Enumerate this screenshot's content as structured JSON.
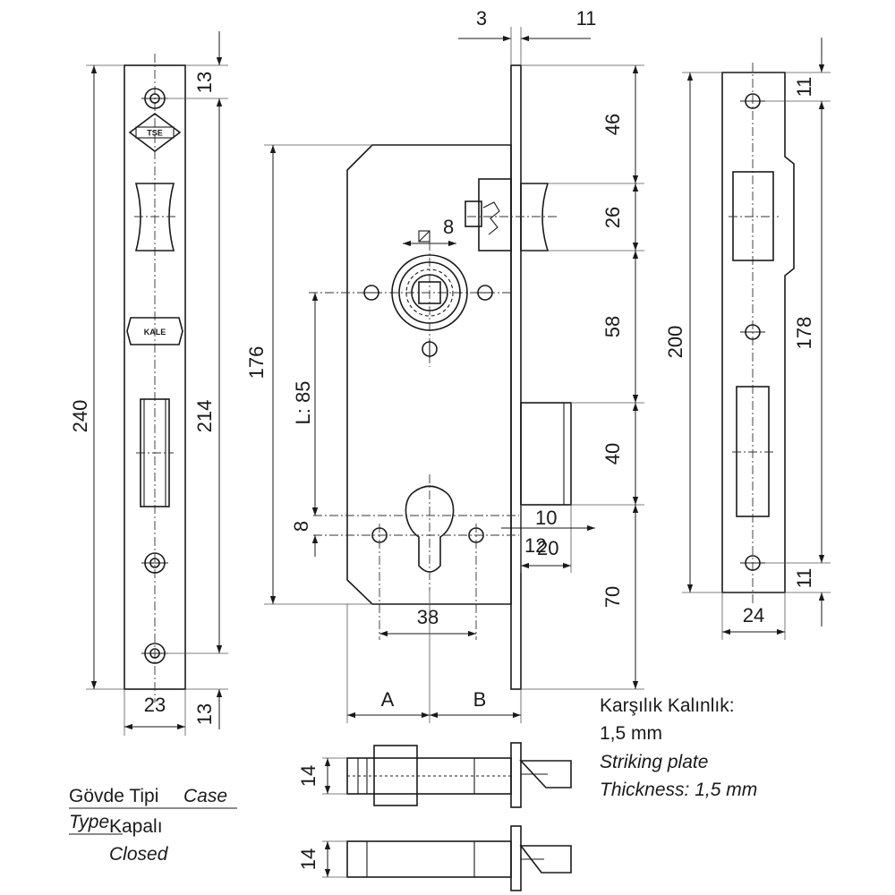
{
  "dimensions": {
    "faceplate_length": "240",
    "faceplate_fix_span": "214",
    "faceplate_top_offset": "13",
    "faceplate_bottom_offset": "13",
    "faceplate_width": "23",
    "case_height": "176",
    "handle_to_cylinder": "L: 85",
    "spindle_square": "8",
    "screw_hole_offset": "8",
    "screw_spacing": "38",
    "bolt_thickness_a": "3",
    "bolt_thickness_b": "11",
    "top_to_latch": "46",
    "latch_height": "26",
    "latch_to_deadbolt": "58",
    "deadbolt_height": "40",
    "deadbolt_to_bottom": "70",
    "deadbolt_throw_a": "10",
    "deadbolt_throw_b": "12",
    "deadbolt_throw_c": "20",
    "backset_a": "A",
    "backset_b": "B",
    "strike_length": "200",
    "strike_fix_span": "178",
    "strike_top_offset": "11",
    "strike_bottom_offset": "11",
    "strike_width": "24",
    "case_thickness_top": "14",
    "case_thickness_bottom": "14"
  },
  "stamps": {
    "tse": "TSE",
    "kale": "KALE"
  },
  "notes": {
    "strike_tr": "Karşılık Kalınlık:",
    "strike_tr_value": "1,5 mm",
    "strike_en": "Striking plate",
    "strike_en_value": "Thickness: 1,5 mm",
    "case_type_tr": "Gövde Tipi",
    "case_type_en_1": "Case",
    "case_type_en_2": "Type",
    "case_value_tr": "Kapalı",
    "case_value_en": "Closed"
  }
}
